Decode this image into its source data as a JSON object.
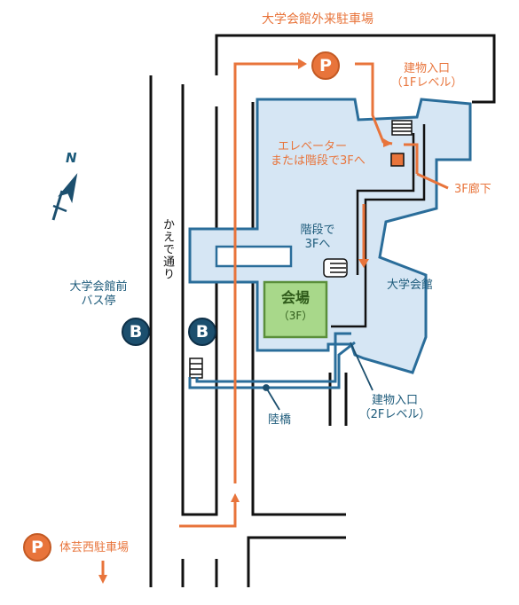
{
  "labels": {
    "outer_parking": "大学会館外来駐車場",
    "entrance_1f": "建物入口",
    "entrance_1f_level": "（1Fレベル）",
    "elevator": "エレベーター",
    "elevator_or_stairs": "または階段で3Fへ",
    "corridor_3f": "3F廊下",
    "stairs_to": "階段で",
    "stairs_3f": "3Fへ",
    "daigaku_kaikan": "大学会館",
    "venue": "会場",
    "venue_floor": "（3F）",
    "entrance_2f": "建物入口",
    "entrance_2f_level": "（2Fレベル）",
    "bridge": "陸橋",
    "street": "かえで通り",
    "bus_stop_line1": "大学会館前",
    "bus_stop_line2": "バス停",
    "west_parking": "体芸西駐車場",
    "north": "N"
  },
  "icons": {
    "parking": "P",
    "bus": "B"
  },
  "colors": {
    "route": "#e8743b",
    "building_fill": "#d6e6f4",
    "building_stroke": "#2a6d9a",
    "venue_fill": "#a8d88a",
    "venue_stroke": "#5a8f3a",
    "road": "#111111",
    "bridge": "#2a6d9a"
  }
}
